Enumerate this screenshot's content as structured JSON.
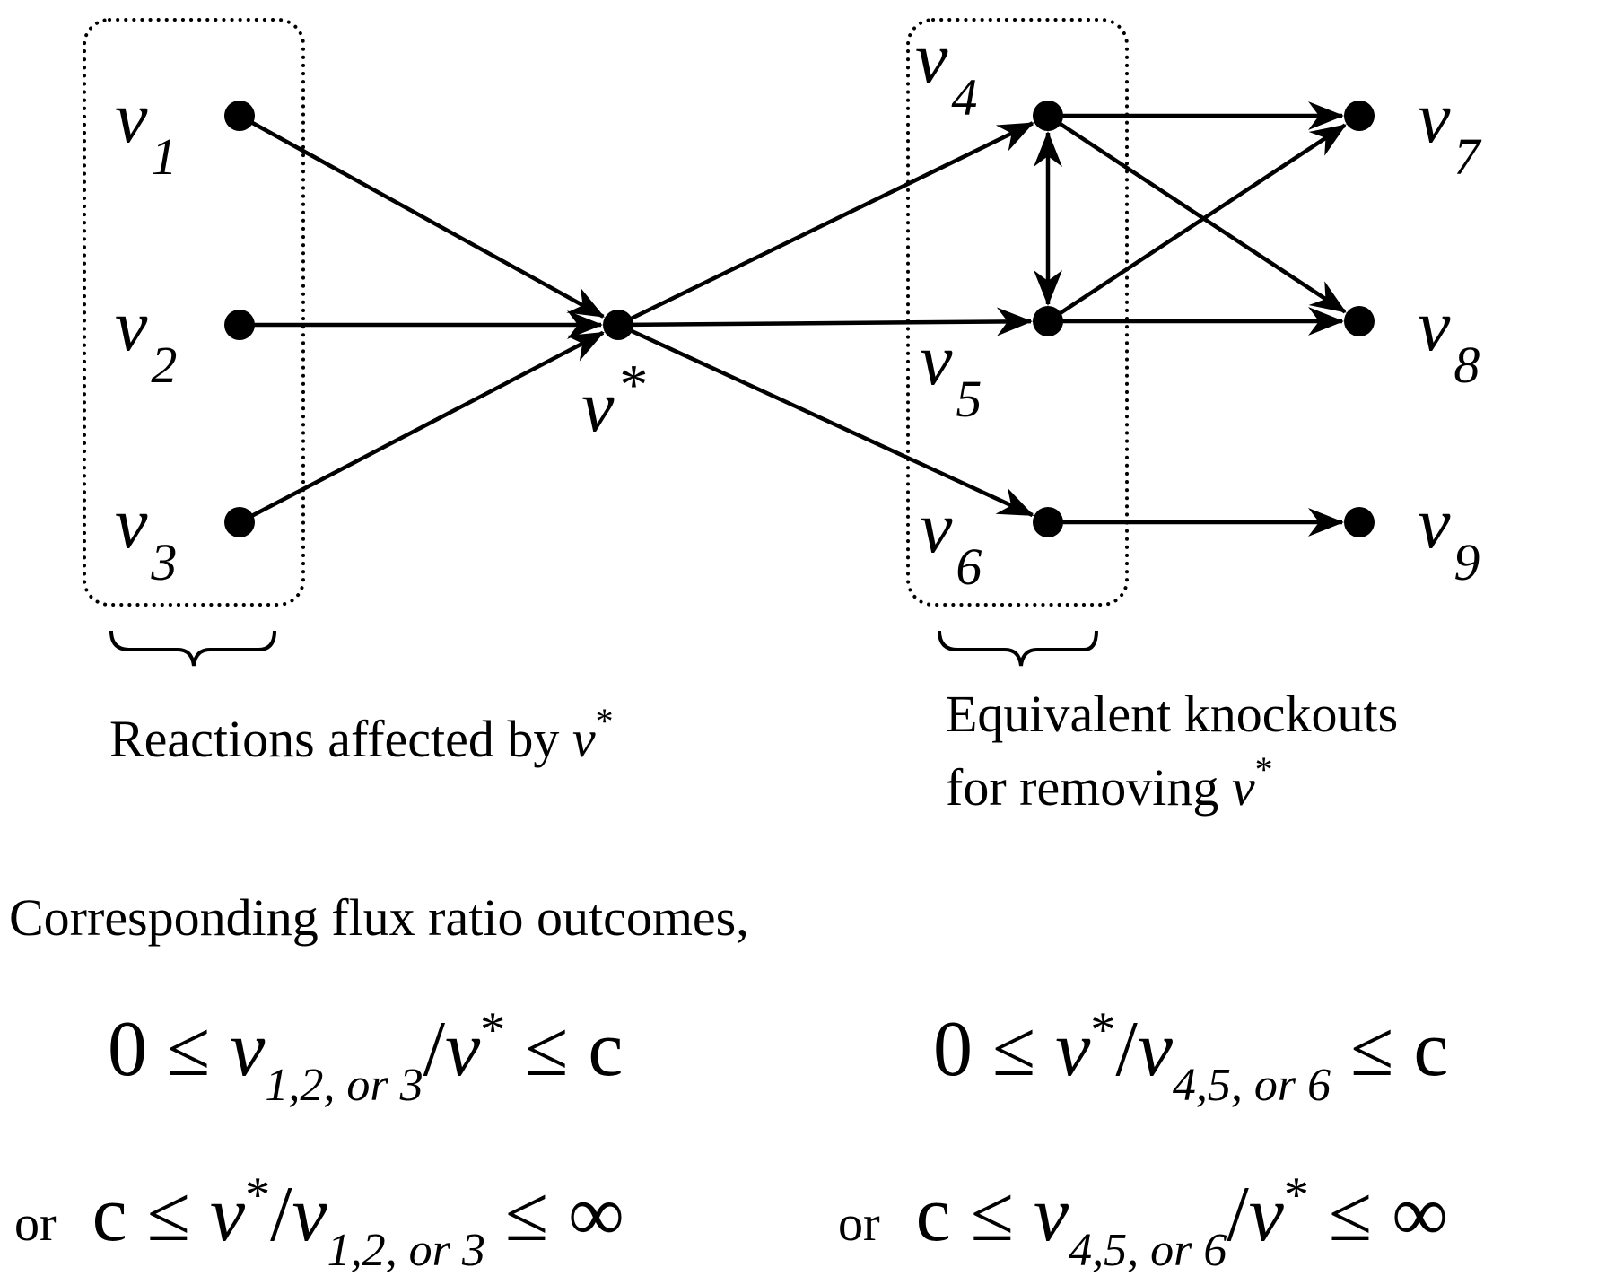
{
  "nodes": [
    {
      "id": "v1",
      "label": "v",
      "sub": "1"
    },
    {
      "id": "v2",
      "label": "v",
      "sub": "2"
    },
    {
      "id": "v3",
      "label": "v",
      "sub": "3"
    },
    {
      "id": "vstar",
      "label": "v",
      "sup": "*"
    },
    {
      "id": "v4",
      "label": "v",
      "sub": "4"
    },
    {
      "id": "v5",
      "label": "v",
      "sub": "5"
    },
    {
      "id": "v6",
      "label": "v",
      "sub": "6"
    },
    {
      "id": "v7",
      "label": "v",
      "sub": "7"
    },
    {
      "id": "v8",
      "label": "v",
      "sub": "8"
    },
    {
      "id": "v9",
      "label": "v",
      "sub": "9"
    }
  ],
  "edges": [
    {
      "from": "v1",
      "to": "vstar"
    },
    {
      "from": "v2",
      "to": "vstar"
    },
    {
      "from": "v3",
      "to": "vstar"
    },
    {
      "from": "vstar",
      "to": "v4"
    },
    {
      "from": "vstar",
      "to": "v5"
    },
    {
      "from": "vstar",
      "to": "v6"
    },
    {
      "from": "v4",
      "to": "v5",
      "bidirectional": true
    },
    {
      "from": "v4",
      "to": "v7"
    },
    {
      "from": "v4",
      "to": "v8"
    },
    {
      "from": "v5",
      "to": "v7"
    },
    {
      "from": "v5",
      "to": "v8"
    },
    {
      "from": "v6",
      "to": "v9"
    }
  ],
  "groups": [
    {
      "id": "affected",
      "members": [
        "v1",
        "v2",
        "v3"
      ],
      "caption_lines": [
        "Reactions affected by "
      ],
      "caption_var": "v",
      "caption_sup": "*"
    },
    {
      "id": "equivalent",
      "members": [
        "v4",
        "v5",
        "v6"
      ],
      "caption_lines": [
        "Equivalent knockouts",
        "for removing "
      ],
      "caption_var": "v",
      "caption_sup": "*"
    }
  ],
  "heading": "Corresponding flux ratio outcomes,",
  "equations": {
    "eq1": {
      "lhs": "0 ≤ ",
      "var": "v",
      "sub": "1,2, or 3",
      "slash": "/",
      "var2": "v",
      "sup2": "*",
      "rhs": " ≤ c"
    },
    "eq2": {
      "lhs": "0 ≤ ",
      "var": "v",
      "sup": "*",
      "slash": "/",
      "var2": "v",
      "sub2": "4,5, or 6",
      "rhs": " ≤ c"
    },
    "eq3": {
      "prefix": "or",
      "lhs": "c ≤ ",
      "var": "v",
      "sup": "*",
      "slash": "/",
      "var2": "v",
      "sub2": "1,2, or 3",
      "rhs": " ≤ ∞"
    },
    "eq4": {
      "prefix": "or",
      "lhs": "c ≤ ",
      "var": "v",
      "sub": "4,5, or 6",
      "slash": "/",
      "var2": "v",
      "sup2": "*",
      "rhs": " ≤ ∞"
    }
  }
}
